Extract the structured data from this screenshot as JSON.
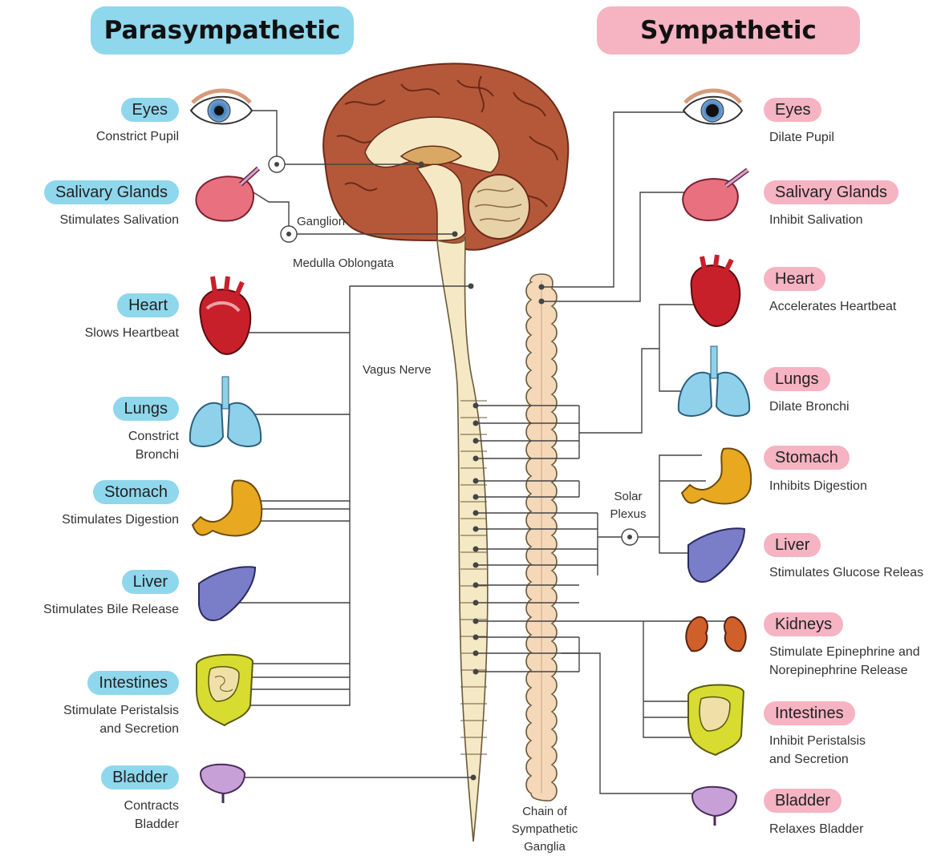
{
  "headers": {
    "parasympathetic": "Parasympathetic",
    "sympathetic": "Sympathetic"
  },
  "parasympathetic": [
    {
      "organ": "Eyes",
      "effect": [
        "Constrict Pupil"
      ]
    },
    {
      "organ": "Salivary Glands",
      "effect": [
        "Stimulates Salivation"
      ]
    },
    {
      "organ": "Heart",
      "effect": [
        "Slows Heartbeat"
      ]
    },
    {
      "organ": "Lungs",
      "effect": [
        "Constrict",
        "Bronchi"
      ]
    },
    {
      "organ": "Stomach",
      "effect": [
        "Stimulates Digestion"
      ]
    },
    {
      "organ": "Liver",
      "effect": [
        "Stimulates Bile Release"
      ]
    },
    {
      "organ": "Intestines",
      "effect": [
        "Stimulate Peristalsis",
        "and Secretion"
      ]
    },
    {
      "organ": "Bladder",
      "effect": [
        "Contracts",
        "Bladder"
      ]
    }
  ],
  "sympathetic": [
    {
      "organ": "Eyes",
      "effect": [
        "Dilate Pupil"
      ]
    },
    {
      "organ": "Salivary Glands",
      "effect": [
        "Inhibit Salivation"
      ]
    },
    {
      "organ": "Heart",
      "effect": [
        "Accelerates Heartbeat"
      ]
    },
    {
      "organ": "Lungs",
      "effect": [
        "Dilate Bronchi"
      ]
    },
    {
      "organ": "Stomach",
      "effect": [
        "Inhibits Digestion"
      ]
    },
    {
      "organ": "Liver",
      "effect": [
        "Stimulates Glucose Releas"
      ]
    },
    {
      "organ": "Kidneys",
      "effect": [
        "Stimulate Epinephrine and",
        "Norepinephrine Release"
      ]
    },
    {
      "organ": "Intestines",
      "effect": [
        "Inhibit Peristalsis",
        "and Secretion"
      ]
    },
    {
      "organ": "Bladder",
      "effect": [
        "Relaxes Bladder"
      ]
    }
  ],
  "labels": {
    "ganglion": "Ganglion",
    "medulla": "Medulla Oblongata",
    "vagus": "Vagus Nerve",
    "solar": [
      "Solar",
      "Plexus"
    ],
    "chain": [
      "Chain of",
      "Sympathetic",
      "Ganglia"
    ]
  },
  "colors": {
    "parasympathetic": "#8fd7ec",
    "sympathetic": "#f6b3c2",
    "spinal_cord": "#f4e9c4",
    "brain": "#b5583a"
  }
}
